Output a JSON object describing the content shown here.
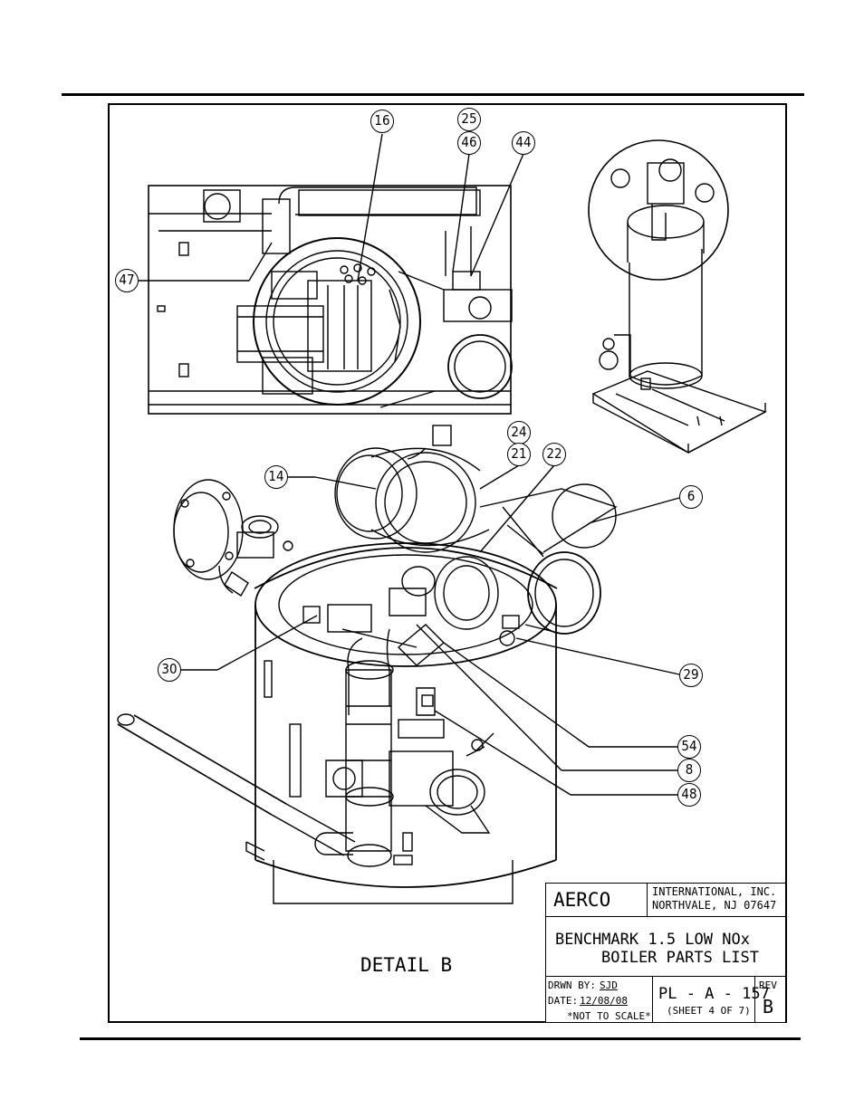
{
  "callouts": {
    "c16": "16",
    "c25": "25",
    "c46": "46",
    "c44": "44",
    "c47": "47",
    "c24": "24",
    "c21": "21",
    "c22": "22",
    "c14": "14",
    "c6": "6",
    "c30": "30",
    "c29": "29",
    "c54": "54",
    "c8": "8",
    "c48": "48"
  },
  "detail_label": "DETAIL B",
  "title_block": {
    "company": "AERCO",
    "company_line1": "INTERNATIONAL, INC.",
    "company_line2": "NORTHVALE, NJ 07647",
    "title_line1": "BENCHMARK 1.5 LOW NOx",
    "title_line2": "BOILER PARTS LIST",
    "drawn_by_label": "DRWN BY:",
    "drawn_by": "SJD",
    "date_label": "DATE:",
    "date": "12/08/08",
    "scale_note": "*NOT TO SCALE*",
    "doc_number": "PL - A - 157",
    "sheet": "(SHEET 4 OF 7)",
    "rev_label": "REV",
    "rev": "B"
  }
}
